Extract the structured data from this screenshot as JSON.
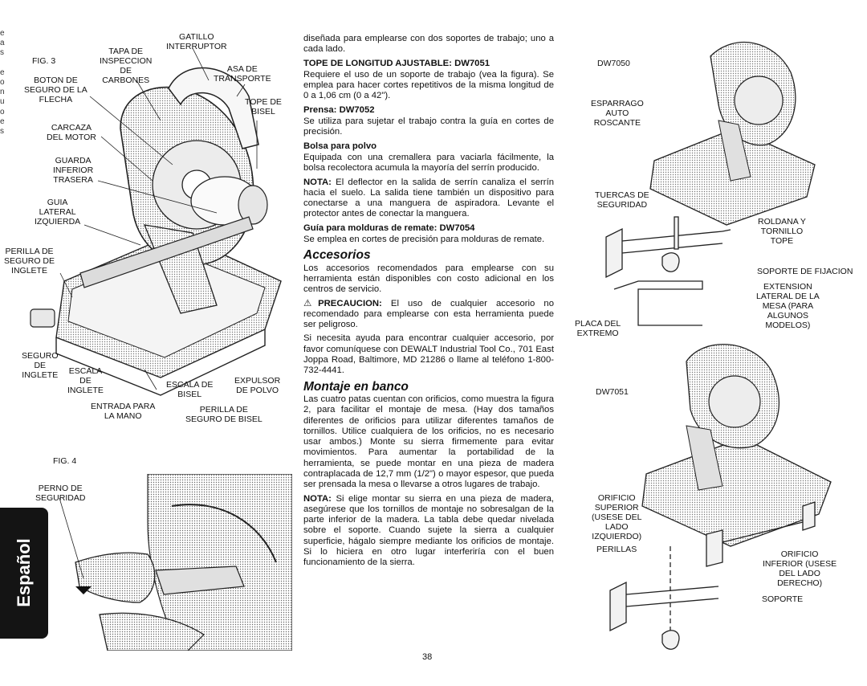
{
  "margin_fragment": "e\na\ns\n\ne\no\nn\nu\no\ne\ns",
  "side_tab": "Español",
  "fig3": {
    "caption": "FIG. 3",
    "labels": {
      "gatillo": "GATILLO\nINTERRUPTOR",
      "tapa": "TAPA DE\nINSPECCION\nDE\nCARBONES",
      "asa": "ASA DE\nTRANSPORTE",
      "boton": "BOTON DE\nSEGURO DE LA\nFLECHA",
      "tope_bisel": "TOPE DE\nBISEL",
      "carcaza": "CARCAZA\nDEL MOTOR",
      "guarda": "GUARDA\nINFERIOR\nTRASERA",
      "guia": "GUIA\nLATERAL\nIZQUIERDA",
      "perilla_inglete": "PERILLA DE\nSEGURO DE\nINGLETE",
      "seguro_inglete": "SEGURO\nDE\nINGLETE",
      "escala_inglete": "ESCALA\nDE\nINGLETE",
      "escala_bisel": "ESCALA DE\nBISEL",
      "expulsor": "EXPULSOR\nDE POLVO",
      "entrada": "ENTRADA PARA\nLA MANO",
      "perilla_bisel": "PERILLA DE\nSEGURO DE BISEL"
    }
  },
  "fig4": {
    "caption": "FIG. 4",
    "label": "PERNO DE\nSEGURIDAD"
  },
  "text": {
    "intro": "diseñada para emplearse con dos soportes de trabajo; uno a cada lado.",
    "h_tope": "TOPE DE LONGITUD AJUSTABLE: DW7051",
    "p_tope": "Requiere el uso de un soporte de trabajo (vea la figura). Se emplea para hacer cortes repetitivos de la misma longitud de 0 a 1,06 cm (0 a 42\").",
    "h_prensa": "Prensa: DW7052",
    "p_prensa": "Se utiliza para sujetar el trabajo contra la guía en cortes de precisión.",
    "h_bolsa": "Bolsa para polvo",
    "p_bolsa": "Equipada con una cremallera para vaciarla fácilmente, la bolsa recolectora acumula la mayoría del serrín producido.",
    "nota1_label": "NOTA:",
    "nota1": " El deflector en la salida de serrín canaliza el serrín hacia el suelo. La salida tiene también un dispositivo para conectarse a una manguera de aspiradora. Levante el protector antes de conectar la manguera.",
    "h_guia": "Guía para molduras de remate: DW7054",
    "p_guia": "Se emplea en cortes de precisión para  molduras de remate.",
    "h_accesorios": "Accesorios",
    "p_accesorios": "Los accesorios recomendados para emplearse con su herramienta están disponibles con costo adicional en los centros de servicio.",
    "precaucion_label": "PRECAUCION:",
    "precaucion": " El uso de cualquier accesorio no recomendado para emplearse con esta herramienta puede ser peligroso.",
    "p_ayuda": "Si necesita ayuda para encontrar cualquier accesorio, por favor comuníquese con DEWALT Industrial Tool Co., 701 East Joppa Road, Baltimore, MD 21286 o llame al teléfono 1-800-732-4441.",
    "h_montaje": "Montaje en banco",
    "p_montaje": "Las cuatro patas cuentan con orificios, como muestra la figura 2, para facilitar el montaje de mesa. (Hay dos tamaños diferentes de orificios para utilizar diferentes tamaños de tornillos. Utilice cualquiera de los orificios, no es necesario usar ambos.) Monte su sierra firmemente para evitar movimientos. Para aumentar la portabilidad de la herramienta, se puede montar en una pieza de madera contraplacada de 12,7 mm (1/2\") o mayor espesor, que pueda ser prensada la mesa o llevarse a otros lugares de trabajo.",
    "nota2_label": "NOTA:",
    "nota2": " Si elige montar su sierra en una pieza de madera, asegúrese que los tornillos de montaje no sobresalgan de la parte inferior de la madera. La tabla debe quedar nivelada sobre el soporte. Cuando sujete la sierra a cualquier superficie, hágalo siempre mediante los orificios de montaje. Si lo hiciera en otro lugar interferiría con el buen funcionamiento de la sierra."
  },
  "right_fig": {
    "dw7050": "DW7050",
    "esparrago": "ESPARRAGO\nAUTO\nROSCANTE",
    "tuercas": "TUERCAS DE\nSEGURIDAD",
    "roldana": "ROLDANA Y\nTORNILLO\nTOPE",
    "soporte_fijacion": "SOPORTE DE FIJACION",
    "extension": "EXTENSION\nLATERAL DE LA\nMESA (PARA\nALGUNOS\nMODELOS)",
    "placa": "PLACA DEL\nEXTREMO",
    "dw7051": "DW7051",
    "orificio_sup": "ORIFICIO\nSUPERIOR\n(USESE DEL\nLADO\nIZQUIERDO)",
    "perillas": "PERILLAS",
    "orificio_inf": "ORIFICIO\nINFERIOR (USESE\nDEL LADO\nDERECHO)",
    "soporte": "SOPORTE"
  },
  "page_number": "38"
}
